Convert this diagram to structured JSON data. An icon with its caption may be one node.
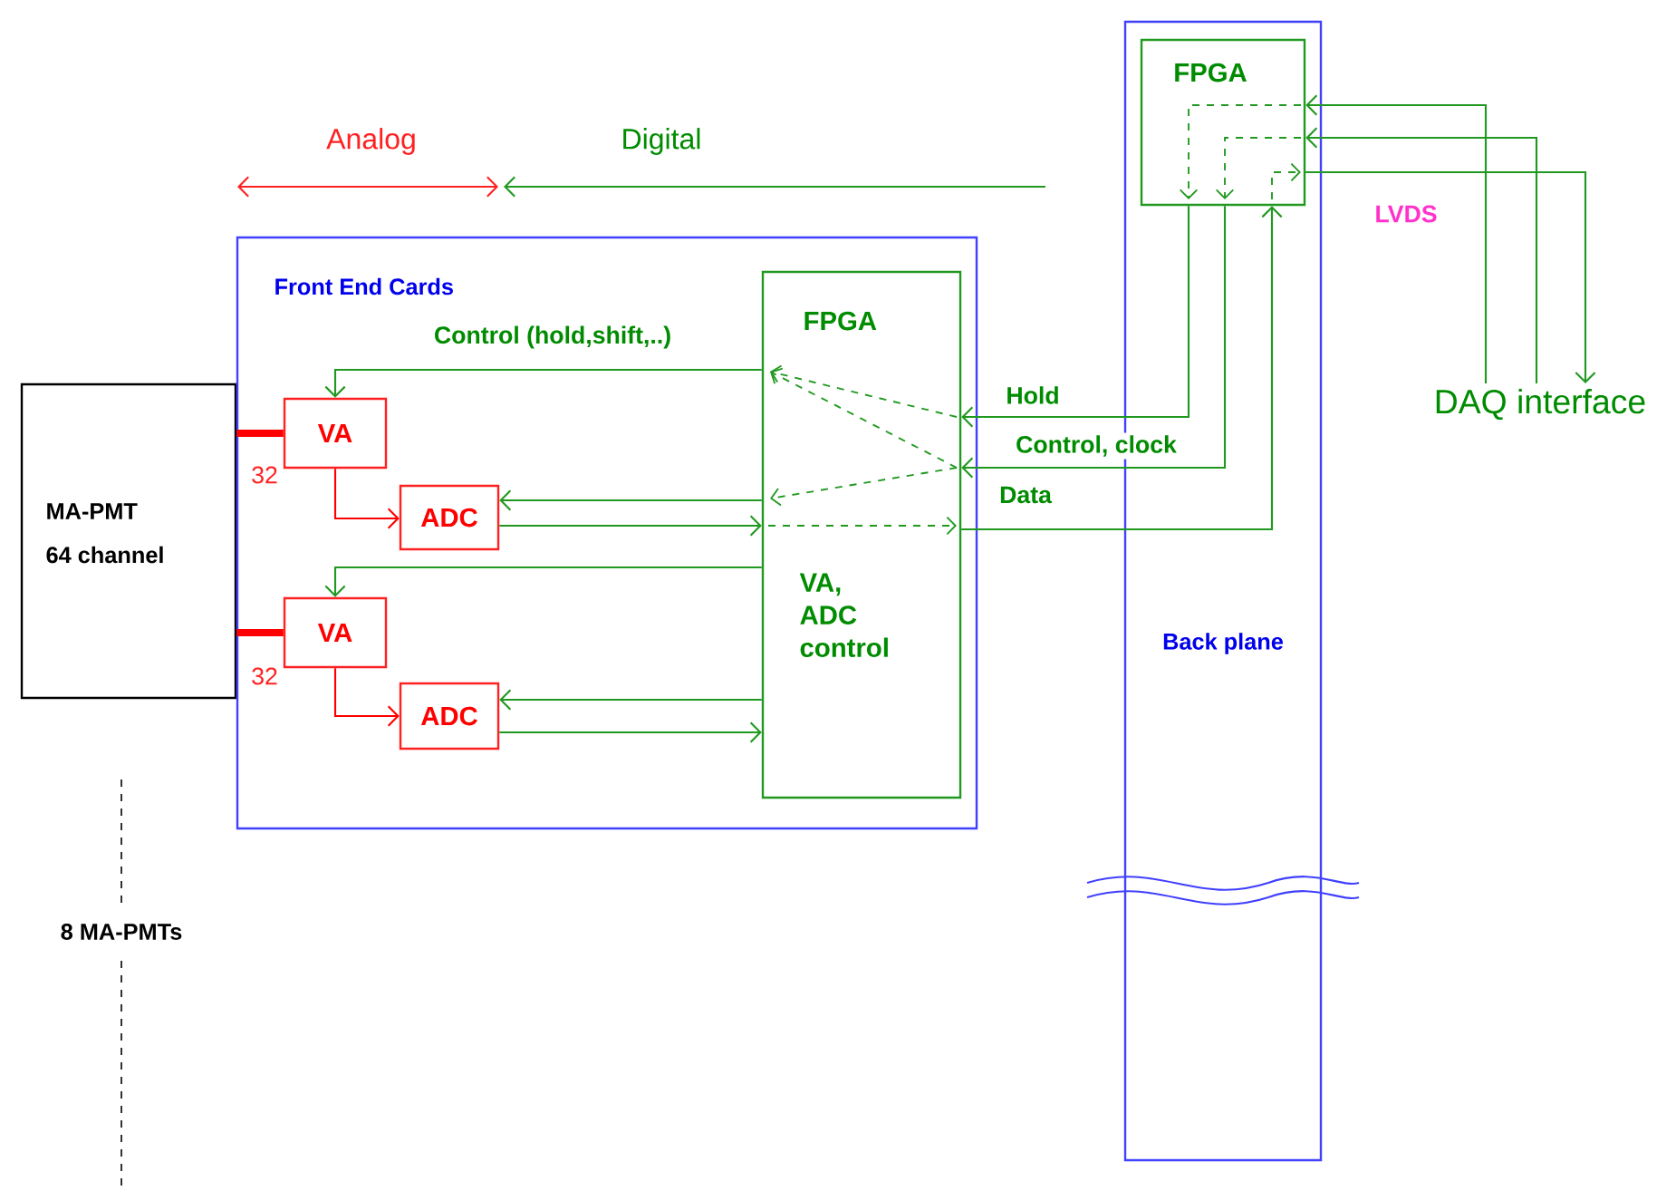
{
  "diagram": {
    "nodes": [
      {
        "text": [
          "MA-PMT",
          "64 channel"
        ]
      },
      {
        "text": [
          "Front End Cards"
        ]
      },
      {
        "text": [
          "VA"
        ],
        "in": 1
      },
      {
        "text": [
          "ADC"
        ],
        "in": 1
      },
      {
        "text": [
          "VA"
        ],
        "in": 1
      },
      {
        "text": [
          "ADC"
        ],
        "in": 1
      },
      {
        "text": [
          "FPGA",
          "VA, ADC control"
        ],
        "in": 1
      },
      {
        "text": [
          "Back plane"
        ]
      },
      {
        "text": [
          "FPGA"
        ],
        "in": 7
      },
      {
        "text": [
          "DAQ interface"
        ]
      }
    ],
    "edges": [
      {
        "from": 0,
        "to": 2,
        "arrow": "none",
        "label": "32",
        "style": "thick",
        "color": "#ff0000"
      },
      {
        "from": 0,
        "to": 4,
        "arrow": "none",
        "label": "32",
        "style": "thick",
        "color": "#ff0000"
      },
      {
        "from": 2,
        "to": 3,
        "arrow": "to",
        "color": "#ff0000"
      },
      {
        "from": 4,
        "to": 5,
        "arrow": "to",
        "color": "#ff0000"
      },
      {
        "from": 6,
        "to": 2,
        "arrow": "to",
        "label": "Control (hold,shift,..)"
      },
      {
        "from": 6,
        "to": 3,
        "arrow": "to"
      },
      {
        "from": 3,
        "to": 6,
        "arrow": "to"
      },
      {
        "from": 6,
        "to": 4,
        "arrow": "to"
      },
      {
        "from": 6,
        "to": 5,
        "arrow": "to"
      },
      {
        "from": 5,
        "to": 6,
        "arrow": "to"
      },
      {
        "from": 8,
        "to": 6,
        "arrow": "to",
        "label": "Hold"
      },
      {
        "from": 8,
        "to": 6,
        "arrow": "to",
        "label": "Control, clock"
      },
      {
        "from": 6,
        "to": 8,
        "arrow": "to",
        "label": "Data"
      },
      {
        "from": 9,
        "to": 8,
        "arrow": "to"
      },
      {
        "from": 9,
        "to": 8,
        "arrow": "to"
      },
      {
        "from": 8,
        "to": 9,
        "arrow": "to"
      }
    ],
    "labels": [
      "Analog",
      "Digital",
      "LVDS",
      "8 MA-PMTs"
    ]
  }
}
